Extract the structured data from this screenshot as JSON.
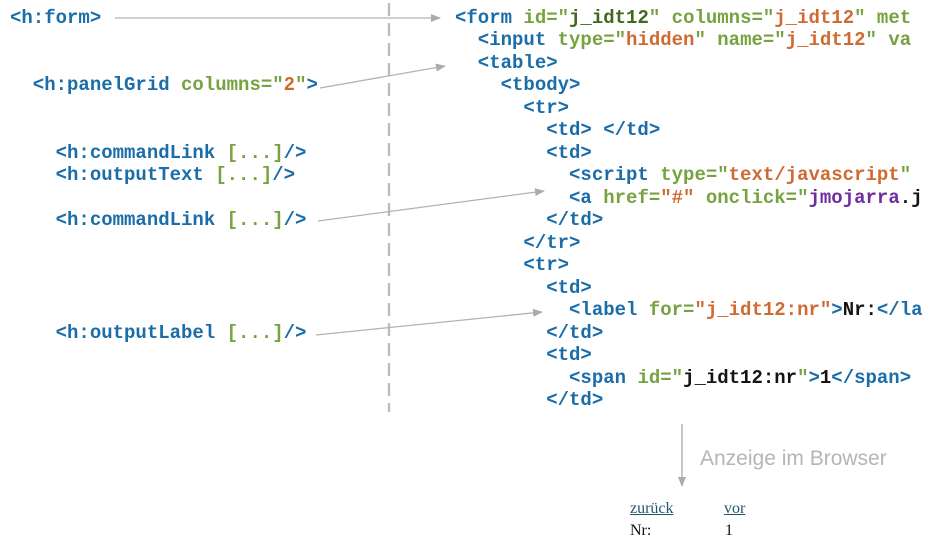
{
  "colors": {
    "tag": "#1a6da8",
    "attr": "#76a23f",
    "value": "#cf6a32",
    "value_dark": "#41691e",
    "func": "#6f2da0",
    "plain": "#141414",
    "arrow": "#b2b2b2",
    "divider": "#bdbdbd",
    "caption": "#b5b5b5",
    "link": "#1f566e"
  },
  "jsf_source": {
    "rows": 18,
    "lines": [
      {
        "row": 1,
        "segments": [
          [
            "t",
            "<h:form>"
          ]
        ]
      },
      {
        "row": 4,
        "segments": [
          [
            "t",
            "  <h:panelGrid "
          ],
          [
            "a",
            "columns=\""
          ],
          [
            "v",
            "2"
          ],
          [
            "a",
            "\""
          ],
          [
            "t",
            ">"
          ]
        ]
      },
      {
        "row": 7,
        "segments": [
          [
            "t",
            "    <h:commandLink "
          ],
          [
            "a",
            "[...]"
          ],
          [
            "t",
            "/>"
          ]
        ]
      },
      {
        "row": 8,
        "segments": [
          [
            "t",
            "    <h:outputText "
          ],
          [
            "a",
            "[...]"
          ],
          [
            "t",
            "/>"
          ]
        ]
      },
      {
        "row": 10,
        "segments": [
          [
            "t",
            "    <h:commandLink "
          ],
          [
            "a",
            "[...]"
          ],
          [
            "t",
            "/>"
          ]
        ]
      },
      {
        "row": 15,
        "segments": [
          [
            "t",
            "    <h:outputLabel "
          ],
          [
            "a",
            "[...]"
          ],
          [
            "t",
            "/>"
          ]
        ]
      }
    ]
  },
  "rendered_html": {
    "rows": 18,
    "lines": [
      {
        "row": 1,
        "segments": [
          [
            "t",
            "<form "
          ],
          [
            "a",
            "id=\""
          ],
          [
            "dg",
            "j_idt12"
          ],
          [
            "a",
            "\" columns=\""
          ],
          [
            "v",
            "j_idt12"
          ],
          [
            "a",
            "\" met"
          ]
        ]
      },
      {
        "row": 2,
        "segments": [
          [
            "t",
            "  <input "
          ],
          [
            "a",
            "type=\""
          ],
          [
            "v",
            "hidden"
          ],
          [
            "a",
            "\" name=\""
          ],
          [
            "v",
            "j_idt12"
          ],
          [
            "a",
            "\" va"
          ]
        ]
      },
      {
        "row": 3,
        "segments": [
          [
            "t",
            "  <table>"
          ]
        ]
      },
      {
        "row": 4,
        "segments": [
          [
            "t",
            "    <tbody>"
          ]
        ]
      },
      {
        "row": 5,
        "segments": [
          [
            "t",
            "      <tr>"
          ]
        ]
      },
      {
        "row": 6,
        "segments": [
          [
            "t",
            "        <td> </td>"
          ]
        ]
      },
      {
        "row": 7,
        "segments": [
          [
            "t",
            "        <td>"
          ]
        ]
      },
      {
        "row": 8,
        "segments": [
          [
            "t",
            "          <script "
          ],
          [
            "a",
            "type=\""
          ],
          [
            "v",
            "text/javascript"
          ],
          [
            "a",
            "\""
          ]
        ]
      },
      {
        "row": 9,
        "segments": [
          [
            "t",
            "          <a "
          ],
          [
            "a",
            "href="
          ],
          [
            "v",
            "\"#\""
          ],
          [
            "a",
            " onclick=\""
          ],
          [
            "pu",
            "jmojarra"
          ],
          [
            "k",
            ".j"
          ]
        ]
      },
      {
        "row": 10,
        "segments": [
          [
            "t",
            "        </td>"
          ]
        ]
      },
      {
        "row": 11,
        "segments": [
          [
            "t",
            "      </tr>"
          ]
        ]
      },
      {
        "row": 12,
        "segments": [
          [
            "t",
            "      <tr>"
          ]
        ]
      },
      {
        "row": 13,
        "segments": [
          [
            "t",
            "        <td>"
          ]
        ]
      },
      {
        "row": 14,
        "segments": [
          [
            "t",
            "          <label "
          ],
          [
            "a",
            "for="
          ],
          [
            "v",
            "\"j_idt12:nr\""
          ],
          [
            "t",
            ">"
          ],
          [
            "k",
            "Nr:"
          ],
          [
            "t",
            "</la"
          ]
        ]
      },
      {
        "row": 15,
        "segments": [
          [
            "t",
            "        </td>"
          ]
        ]
      },
      {
        "row": 16,
        "segments": [
          [
            "t",
            "        <td>"
          ]
        ]
      },
      {
        "row": 17,
        "segments": [
          [
            "t",
            "          <span "
          ],
          [
            "a",
            "id=\""
          ],
          [
            "k",
            "j_idt12:nr"
          ],
          [
            "a",
            "\""
          ],
          [
            "t",
            ">"
          ],
          [
            "k",
            "1"
          ],
          [
            "t",
            "</span>"
          ]
        ]
      },
      {
        "row": 18,
        "segments": [
          [
            "t",
            "        </td>"
          ]
        ]
      }
    ]
  },
  "caption": {
    "text": "Anzeige im Browser"
  },
  "browser_preview": {
    "back_link": "zurück",
    "forward_link": "vor",
    "field_label": "Nr:",
    "field_value": "1"
  }
}
